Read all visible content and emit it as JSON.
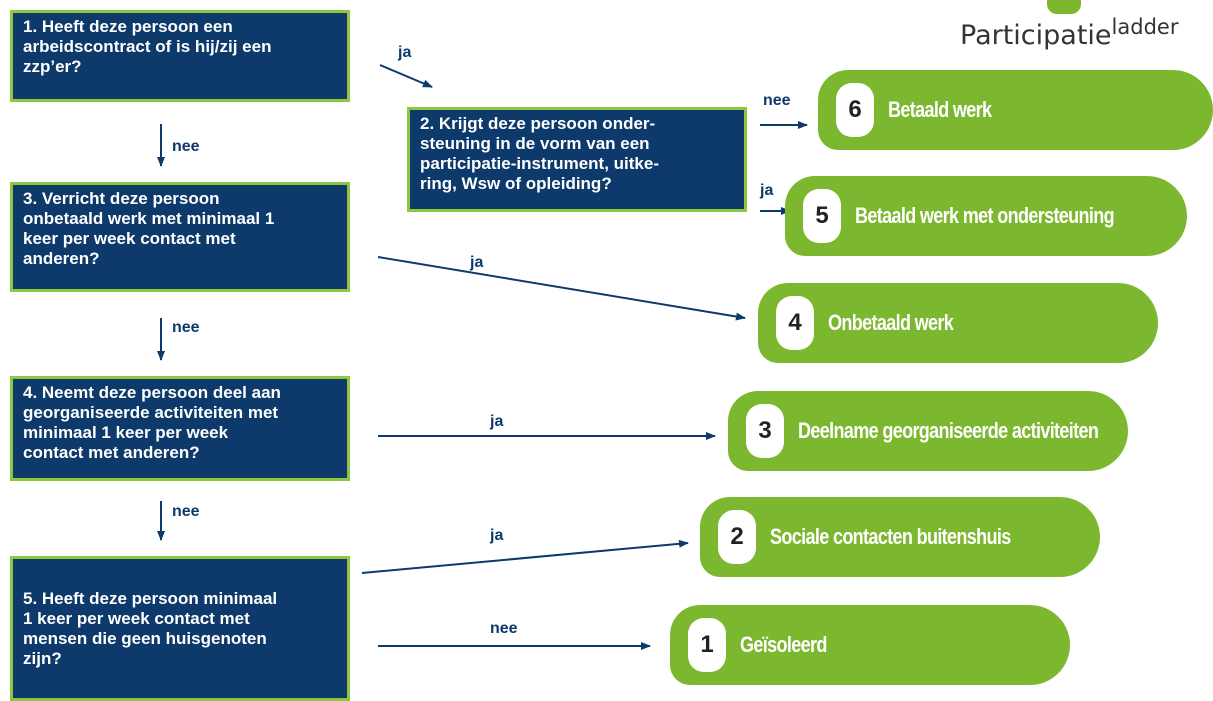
{
  "brand": {
    "main": "Participatie",
    "sup": "ladder",
    "accent_color": "#7cb82f"
  },
  "colors": {
    "question_bg": "#0d3a6b",
    "question_border": "#8dc63f",
    "rung_bg": "#7cb82f",
    "arrow": "#0d3a6b"
  },
  "questions": {
    "q1": "1. Heeft deze persoon een\narbeidscontract of is hij/zij een\nzzp’er?",
    "q2": "2. Krijgt deze persoon onder-\nsteuning in de vorm van een\nparticipatie-instrument, uitke-\nring, Wsw of opleiding?",
    "q3": "3. Verricht deze persoon\nonbetaald werk met minimaal 1\nkeer per week contact met\nanderen?",
    "q4": "4. Neemt deze persoon deel aan\ngeorganiseerde activiteiten met\nminimaal 1 keer per week\ncontact met anderen?",
    "q5": "5. Heeft deze persoon minimaal\n1 keer per week contact met\nmensen die geen huisgenoten\nzijn?"
  },
  "rungs": [
    {
      "num": "6",
      "label": "Betaald werk"
    },
    {
      "num": "5",
      "label": "Betaald werk met ondersteuning"
    },
    {
      "num": "4",
      "label": "Onbetaald werk"
    },
    {
      "num": "3",
      "label": "Deelname georganiseerde activiteiten"
    },
    {
      "num": "2",
      "label": "Sociale contacten buitenshuis"
    },
    {
      "num": "1",
      "label": "Geïsoleerd"
    }
  ],
  "labels": {
    "ja": "ja",
    "nee": "nee"
  }
}
